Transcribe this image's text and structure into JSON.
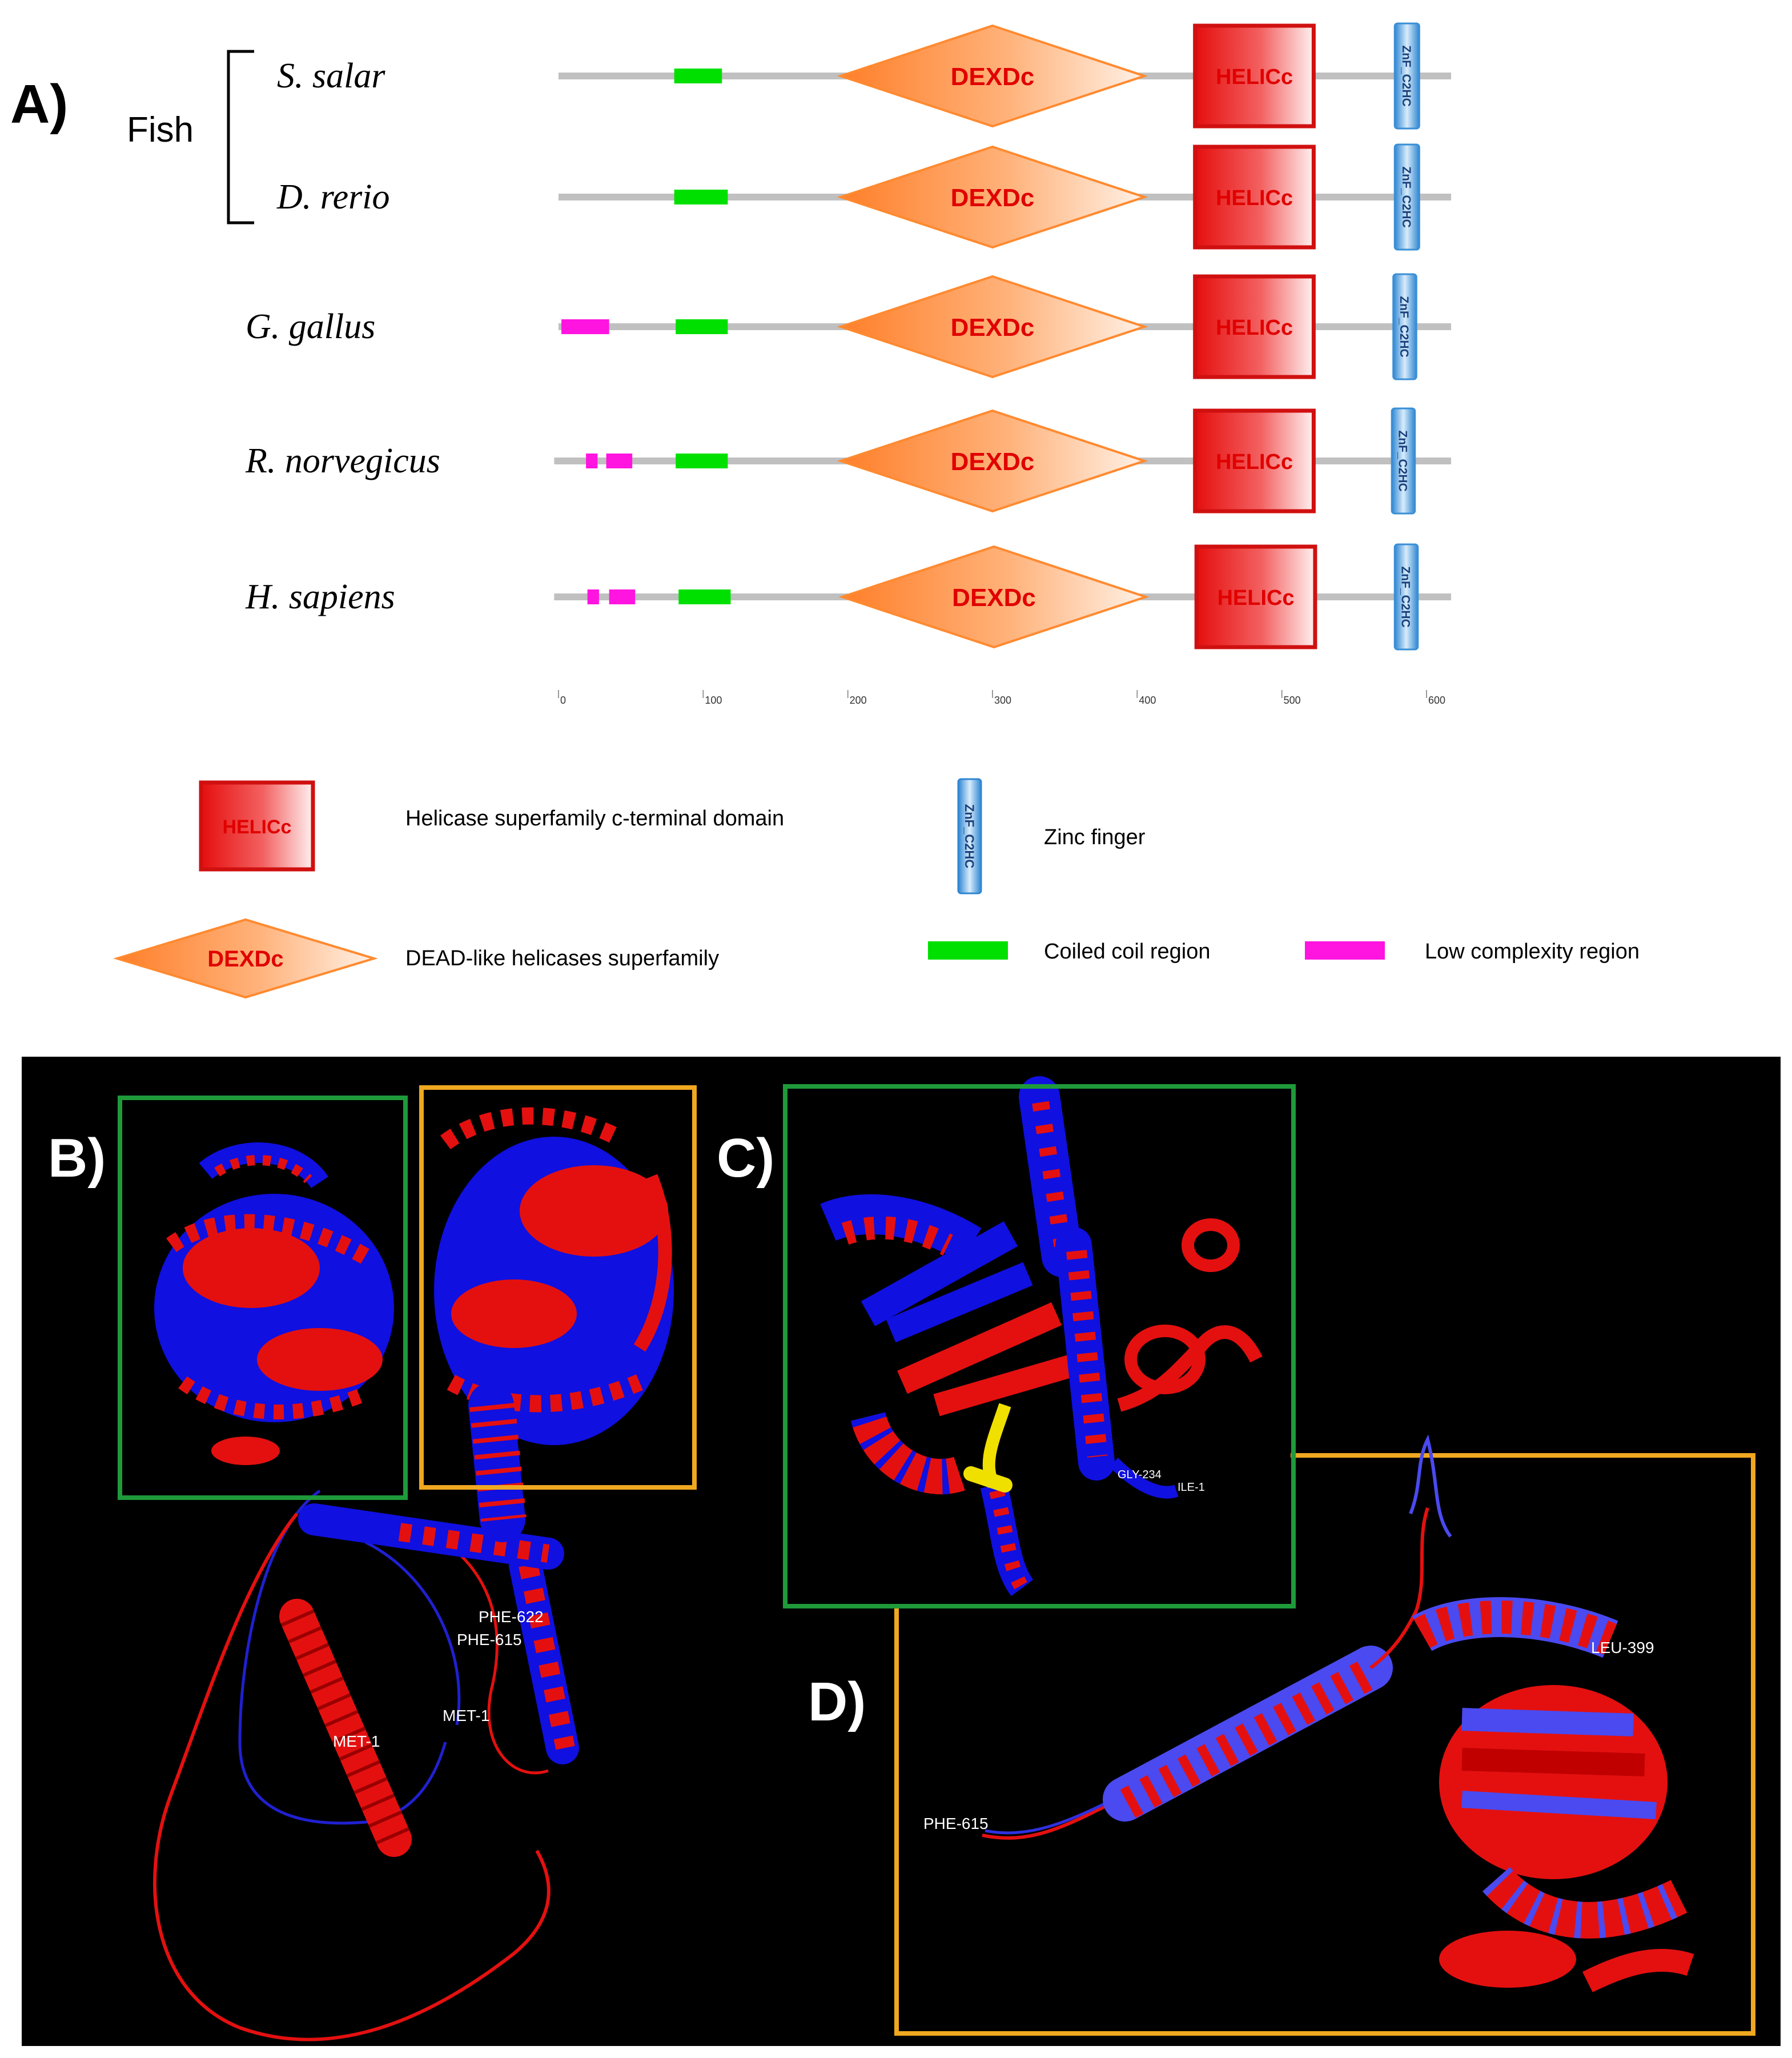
{
  "panel_a": {
    "label": "A)",
    "fish_group_label": "Fish",
    "species": [
      {
        "name": "S. salar",
        "low_complexity": [],
        "coiled_coil": [
          [
            80,
            113
          ]
        ],
        "dexdc": [
          195,
          405
        ],
        "helicc": [
          440,
          522
        ],
        "znf": [
          578,
          595
        ]
      },
      {
        "name": "D. rerio",
        "low_complexity": [],
        "coiled_coil": [
          [
            80,
            117
          ]
        ],
        "dexdc": [
          195,
          405
        ],
        "helicc": [
          440,
          522
        ],
        "znf": [
          578,
          595
        ]
      },
      {
        "name": "G. gallus",
        "low_complexity": [
          [
            2,
            35
          ]
        ],
        "coiled_coil": [
          [
            81,
            117
          ]
        ],
        "dexdc": [
          195,
          405
        ],
        "helicc": [
          440,
          522
        ],
        "znf": [
          577,
          593
        ]
      },
      {
        "name": "R. norvegicus",
        "low_complexity": [
          [
            19,
            27
          ],
          [
            33,
            51
          ]
        ],
        "coiled_coil": [
          [
            81,
            117
          ]
        ],
        "dexdc": [
          195,
          405
        ],
        "helicc": [
          440,
          522
        ],
        "znf": [
          576,
          592
        ]
      },
      {
        "name": "H. sapiens",
        "low_complexity": [
          [
            20,
            28
          ],
          [
            35,
            53
          ]
        ],
        "coiled_coil": [
          [
            83,
            119
          ]
        ],
        "dexdc": [
          196,
          406
        ],
        "helicc": [
          441,
          523
        ],
        "znf": [
          578,
          594
        ]
      }
    ],
    "domain_text": {
      "dexdc": "DEXDc",
      "helicc": "HELICc",
      "znf": "ZnF_C2HC"
    },
    "axis": {
      "min": 0,
      "max": 600,
      "ticks": [
        "0",
        "100",
        "200",
        "300",
        "400",
        "500",
        "600"
      ]
    },
    "legend": {
      "helicc": "Helicase superfamily c-terminal domain",
      "znf": "Zinc finger",
      "dexdc": "DEAD-like helicases superfamily",
      "coiled_coil": "Coiled coil region",
      "low_complexity": "Low complexity region"
    },
    "colors": {
      "backbone": "#c0c0c0",
      "coiled_coil": "#00e000",
      "low_complexity": "#ff14e0",
      "dexdc": "#ff8a30",
      "helicc": "#e81818",
      "znf": "#3a8fd6",
      "domain_text": "#e00000"
    }
  },
  "panel_b": {
    "label": "B)",
    "residues": [
      "PHE-622",
      "PHE-615",
      "MET-1",
      "MET-1"
    ]
  },
  "panel_c": {
    "label": "C)",
    "residues": [
      "GLY-234",
      "ILE-1"
    ]
  },
  "panel_d": {
    "label": "D)",
    "residues": [
      "LEU-399",
      "PHE-615"
    ]
  },
  "colors": {
    "structure_a": "#1010e0",
    "structure_b": "#e41010",
    "box_c": "#1f9a3a",
    "box_d": "#f0a820",
    "highlight": "#f0e000",
    "background": "#000000"
  }
}
